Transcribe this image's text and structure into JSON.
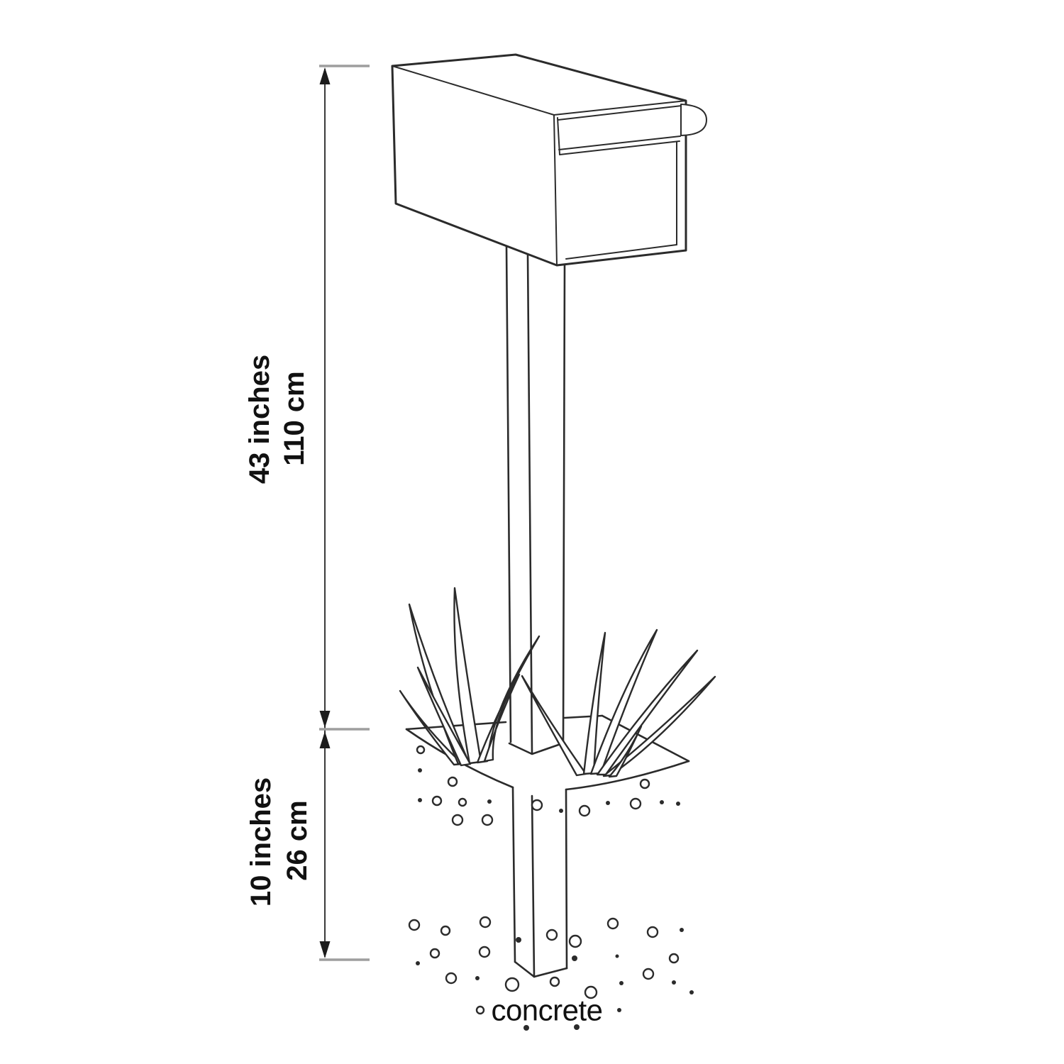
{
  "diagram": {
    "dimensions": {
      "above_ground": {
        "imperial": "43 inches",
        "metric": "110 cm"
      },
      "below_ground": {
        "imperial": "10 inches",
        "metric": "26 cm"
      }
    },
    "labels": {
      "material": "concrete"
    },
    "colors": {
      "background": "#ffffff",
      "line": "#2b2b2b",
      "tick": "#9e9e9e",
      "arrow": "#1c1c1c",
      "text": "#111111"
    }
  }
}
